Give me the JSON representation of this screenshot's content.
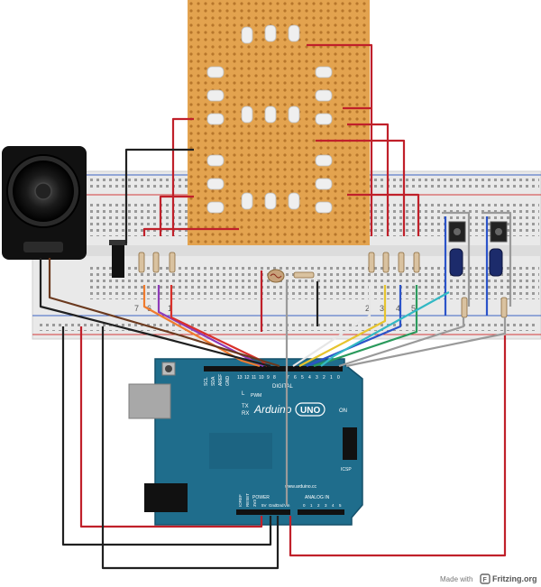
{
  "breadboard": {
    "column_numbers_left": [
      "7",
      "6",
      "1"
    ],
    "column_numbers_right": [
      "2",
      "3",
      "4",
      "5"
    ]
  },
  "arduino": {
    "brand": "Arduino",
    "model": "UNO",
    "digital_label": "DIGITAL",
    "pwm_label": "PWM",
    "pin_labels_top": [
      "SCL",
      "SDA",
      "AREF",
      "GND",
      "13",
      "12",
      "11",
      "10",
      "9",
      "8",
      "7",
      "6",
      "5",
      "4",
      "3",
      "2",
      "1",
      "0"
    ],
    "tx_label": "TX",
    "rx_label": "RX",
    "l_label": "L",
    "on_label": "ON",
    "icsp_label": "ICSP",
    "website": "www.arduino.cc",
    "power_label": "POWER",
    "analog_label": "ANALOG IN",
    "power_pins": [
      "IOREF",
      "RESET",
      "3V3",
      "5V",
      "Gnd",
      "Gnd",
      "Vin"
    ],
    "analog_pins": [
      "0",
      "1",
      "2",
      "3",
      "4",
      "5"
    ]
  },
  "footer": {
    "made_with": "Made with",
    "brand": "Fritzing.org",
    "icon_glyph": "F"
  },
  "colors": {
    "perfboard": "#e3a34f",
    "arduino": "#1f6d8c",
    "breadboard": "#e8e8e8",
    "wire_red": "#c0202a",
    "wire_black": "#202020"
  }
}
